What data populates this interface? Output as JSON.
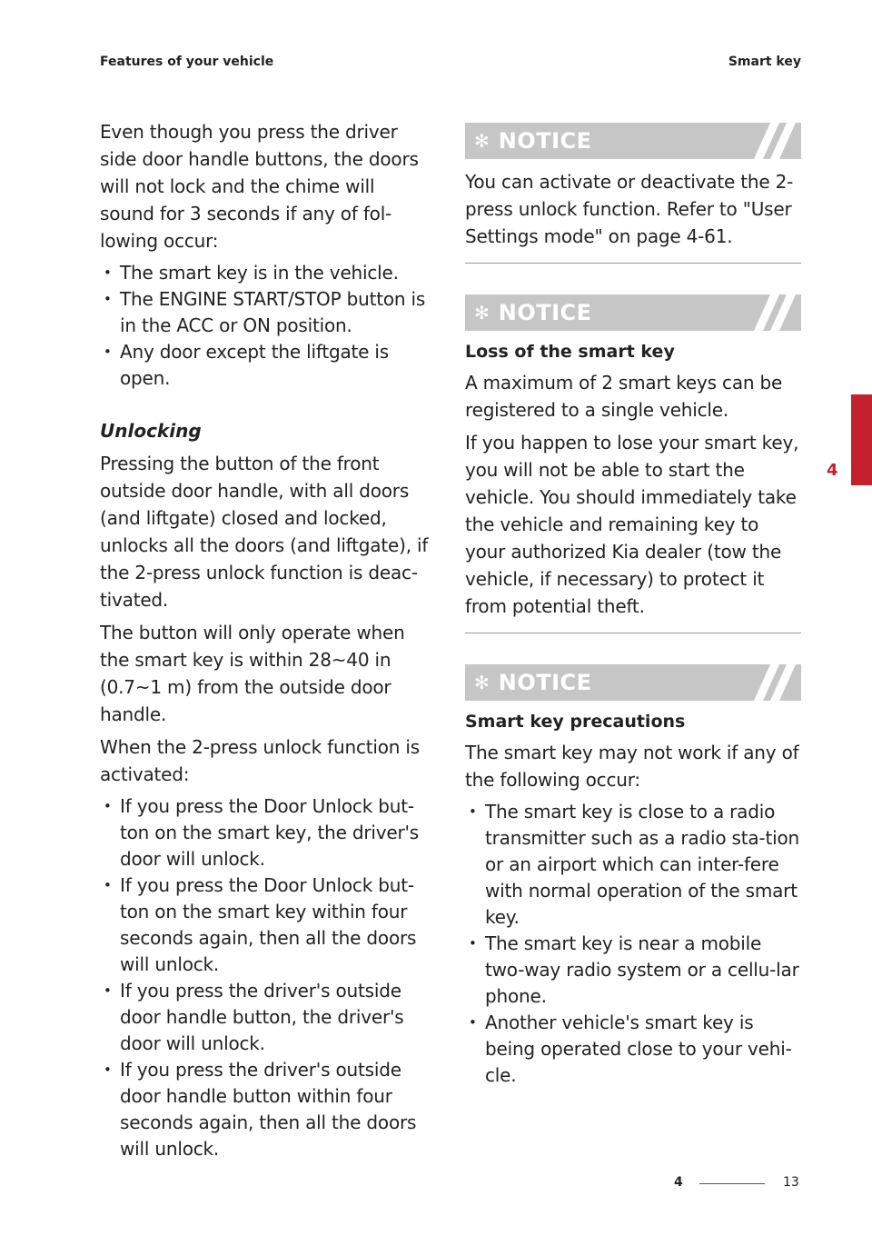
{
  "header": {
    "left": "Features of your vehicle",
    "right": "Smart key"
  },
  "left": {
    "intro": "Even though you press the driver side door handle buttons, the doors will not lock and the chime will sound for 3 seconds if any of fol-lowing occur:",
    "intro_bullets": [
      "The smart key is in the vehicle.",
      "The ENGINE START/STOP button is in the ACC or ON position.",
      "Any door except the liftgate is open."
    ],
    "unlocking_title": "Unlocking",
    "unlocking_p1": "Pressing the button of the front outside door handle, with all doors (and liftgate) closed and locked, unlocks all the doors (and liftgate), if the 2-press unlock function is deac-tivated.",
    "unlocking_p2": "The button will only operate when the smart key is within 28~40 in (0.7~1 m) from the outside door handle.",
    "unlocking_p3": "When the 2-press unlock function is activated:",
    "unlocking_bullets": [
      "If you press the Door Unlock but-ton on the smart key, the driver's door will unlock.",
      "If you press the Door Unlock but-ton on the smart key within four seconds again, then all the doors will unlock.",
      "If you press the driver's outside door handle button, the driver's door will unlock.",
      "If you press the driver's outside door handle button within four seconds again, then all the doors will unlock."
    ]
  },
  "right": {
    "notice_symbol": "✻",
    "notice_label": "NOTICE",
    "notice1_text": "You can activate or deactivate the 2-press unlock function. Refer to \"User Settings mode\" on page 4-61.",
    "notice2_title": "Loss of the smart key",
    "notice2_p1": "A maximum of 2 smart keys can be registered to a single vehicle.",
    "notice2_p2": "If you happen to lose your smart key, you will not be able to start the vehicle. You should immediately take the vehicle and remaining key to your authorized Kia dealer (tow the vehicle, if necessary) to protect it from potential theft.",
    "notice3_title": "Smart key precautions",
    "notice3_p1": "The smart key may not work if any of the following occur:",
    "notice3_bullets": [
      "The smart key is close to a radio transmitter such as a radio sta-tion or an airport which can inter-fere with normal operation of the smart key.",
      "The smart key is near a mobile two-way radio system or a cellu-lar phone.",
      "Another vehicle's smart key is being operated close to your vehi-cle."
    ]
  },
  "side_tab": "4",
  "footer": {
    "chapter": "4",
    "page": "13"
  },
  "colors": {
    "accent_red": "#c3212d",
    "notice_bar": "#c6c6c6"
  }
}
